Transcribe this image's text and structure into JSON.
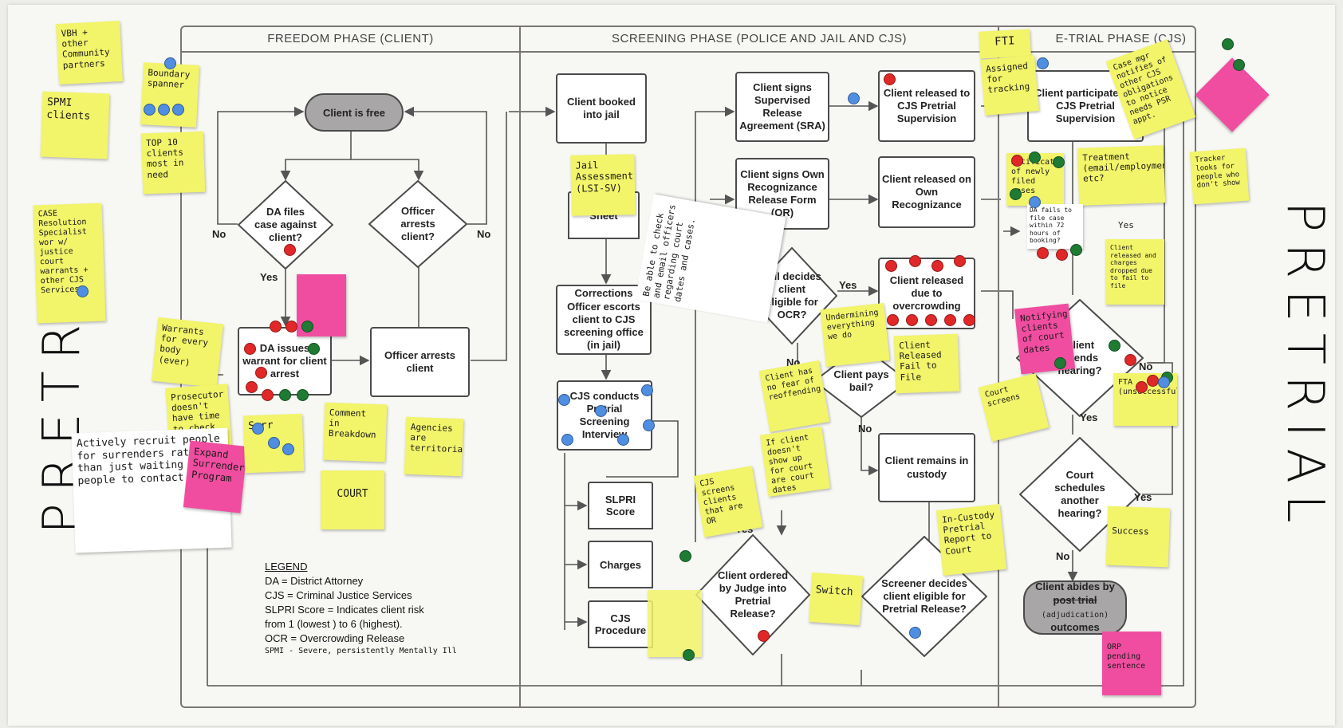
{
  "phases": {
    "freedom": "FREEDOM PHASE (CLIENT)",
    "screening": "SCREENING PHASE (POLICE AND JAIL AND CJS)",
    "pretrial": "E-TRIAL PHASE (CJS)"
  },
  "side_titles": {
    "left": "PRETRIAL",
    "right": "PRETRIAL"
  },
  "nodes": {
    "client_free": "Client is free",
    "da_files": "DA files case against client?",
    "officer_arrests_q": "Officer arrests client?",
    "da_issues": "DA issues warrant for client arrest",
    "officer_arrests": "Officer arrests client",
    "booked": "Client booked into jail",
    "sheet": "Sheet",
    "corrections": "Corrections Officer escorts client to CJS screening office (in jail)",
    "cjs_conducts": "CJS conducts Pretrial Screening Interview",
    "slpri": "SLPRI Score",
    "charges": "Charges",
    "cjs_procedure": "CJS Procedure",
    "sra": "Client signs Supervised Release Agreement (SRA)",
    "own_rec": "Client signs Own Recognizance Release Form (OR)",
    "jail_decides": "Jail decides client eligible for OCR?",
    "pays_bail": "Client pays bail?",
    "released_cjs": "Client released to CJS Pretrial Supervision",
    "released_own": "Client released on Own Recognizance",
    "released_overcrowd": "Client released due to overcrowding",
    "remains_custody": "Client remains in custody",
    "ordered_judge": "Client ordered by Judge into Pretrial Release?",
    "screener": "Screener decides client eligible for Pretrial Release?",
    "participates": "Client participates in CJS Pretrial Supervision",
    "attends": "Client attends hearing?",
    "schedules": "Court schedules another hearing?",
    "abides_1": "Client abides by",
    "abides_strike": "post trial",
    "abides_2": "(adjudication)",
    "abides_3": "outcomes"
  },
  "labels": {
    "no": "No",
    "yes": "Yes"
  },
  "legend": {
    "title": "LEGEND",
    "lines": [
      "DA = District Attorney",
      "CJS = Criminal Justice Services",
      "SLPRI Score = Indicates client risk",
      "from 1 (lowest ) to 6 (highest).",
      "OCR = Overcrowding Release"
    ],
    "handwritten": "SPMI - Severe, persistently Mentally Ill"
  },
  "notes": {
    "vbh": "VBH + other Community partners",
    "spmi": "SPMI clients",
    "boundary": "Boundary spanner",
    "top10": "TOP 10 clients most in need",
    "case_res": "CASE Resolution Specialist wor w/ justice court warrants + other CJS Services",
    "warrants": "Warrants for every body (ever)",
    "prosecutor": "Prosecutor doesn't have time to check w/CJS",
    "expand": "Expand Surrender Program",
    "actively": "Actively recruit people for surrenders rather than just waiting for people to contact us.",
    "surr": "Surr",
    "comment": "Comment in Breakdown",
    "court": "COURT",
    "agencies": "Agencies are territorial",
    "jail_assessment": "Jail Assessment (LSI-SV)",
    "be_able": "Be able to check and email officers regarding court dates and cases.",
    "underlying": "Undermining everything we do",
    "client_released_fail": "Client Released Fail to File",
    "client_has_no": "Client has no fear of reoffending",
    "if_client": "If client doesn't show up for court are court dates",
    "cjs_screens": "CJS screens clients that are OR",
    "switch": "Switch",
    "in_custody": "In-Custody Pretrial Report to Court",
    "fti": "FTI",
    "assigned": "Assigned for tracking",
    "case_mgr": "Case mgr notifies of other CJS obligations to notice needs PSR appt.",
    "notification": "Notification of newly filed cases",
    "treatment": "Treatment (email/employment) etc?",
    "tracker": "Tracker looks for people who don't show",
    "da_fails": "DA fails to file case within 72 hours of booking?",
    "client_released_charges": "Client released and charges dropped due to fail to file",
    "notifying": "Notifying clients of court dates",
    "court_screens": "Court screens",
    "fta": "FTA (unsuccessful)",
    "success": "Success",
    "orp": "ORP pending sentence",
    "yes_note": "Yes"
  },
  "colors": {
    "sticky_yellow": "#f2f46a",
    "sticky_pink": "#f04da0",
    "dot_red": "#e02828",
    "dot_blue": "#4f8ee0",
    "dot_green": "#1f7a34",
    "pill_gray": "#a8a6a6"
  }
}
